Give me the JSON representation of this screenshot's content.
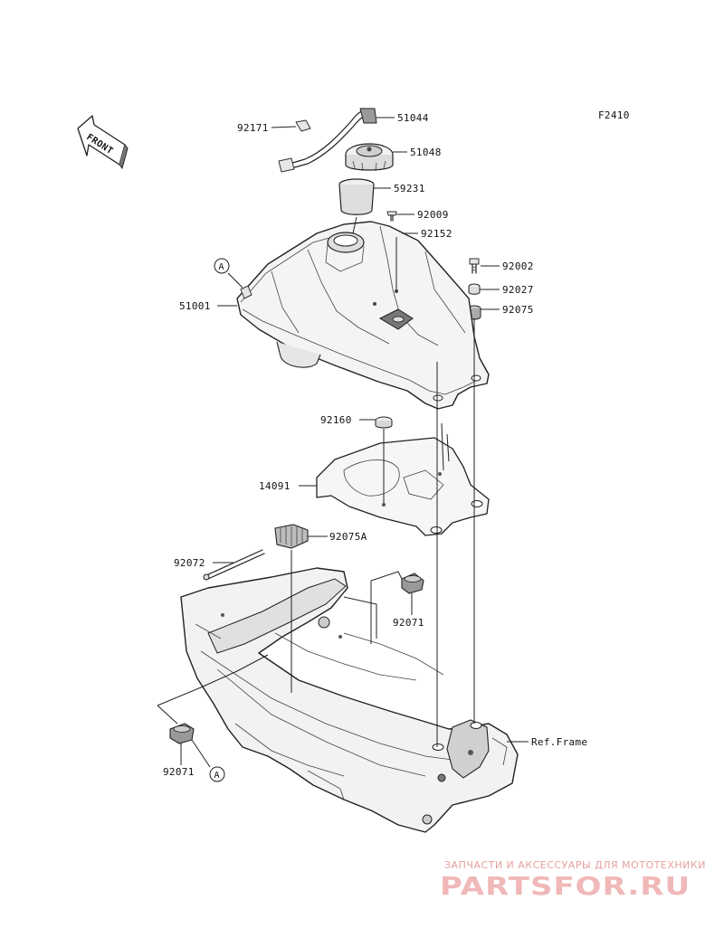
{
  "figure_code": "F2410",
  "front_marker": "FRONT",
  "ref_label": "Ref.Frame",
  "callouts": {
    "p92171": "92171",
    "p51044": "51044",
    "p51048": "51048",
    "p59231": "59231",
    "p92009": "92009",
    "p92152": "92152",
    "p92002": "92002",
    "p92027": "92027",
    "p92075": "92075",
    "p51001": "51001",
    "p92160": "92160",
    "p14091": "14091",
    "p92075A": "92075A",
    "p92072": "92072",
    "p92071a": "92071",
    "p92071b": "92071"
  },
  "circle_marker_a": "A",
  "circle_marker_b": "A",
  "watermark": {
    "top_text": "ЗАПЧАСТИ И АКСЕССУАРЫ ДЛЯ МОТОТЕХНИКИ",
    "logo_text": "PARTSFOR.RU"
  }
}
